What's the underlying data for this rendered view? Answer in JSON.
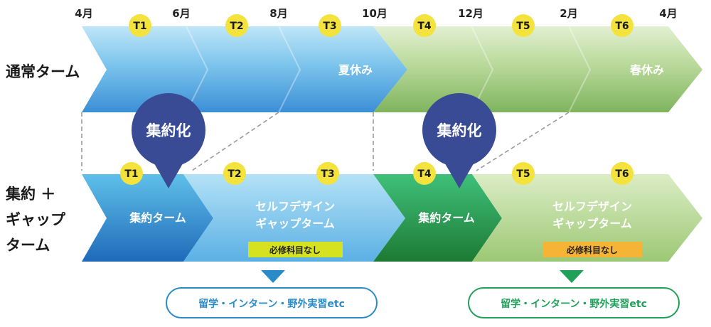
{
  "months": [
    "4月",
    "6月",
    "8月",
    "10月",
    "12月",
    "2月",
    "4月"
  ],
  "row_labels": {
    "normal": "通常ターム",
    "intensive_line1": "集約 ＋",
    "intensive_line2": "ギャップ",
    "intensive_line3": "ターム"
  },
  "terms_top": [
    "T1",
    "T2",
    "T3",
    "T4",
    "T5",
    "T6"
  ],
  "terms_bottom": [
    "T1",
    "T2",
    "T3",
    "T4",
    "T5",
    "T6"
  ],
  "normal_row": {
    "summer": "夏休み",
    "spring": "春休み"
  },
  "bubble_label": "集約化",
  "intensive_row": {
    "intensive_term": "集約ターム",
    "gap_line1": "セルフデザイン",
    "gap_line2": "ギャップターム",
    "no_required": "必修科目なし"
  },
  "activity_note": "留学・インターン・野外実習etc",
  "colors": {
    "blue_dark": "#2e73c4",
    "blue_light": "#9ed4f2",
    "green_dark": "#2f8f3e",
    "green_light": "#cfe6b6",
    "bubble": "#3a4b96",
    "badge": "#f3e33c",
    "tag_blue": "#d6e21f",
    "tag_green": "#f5b436",
    "note_blue": "#2a8bc9",
    "note_green": "#21a05a"
  }
}
